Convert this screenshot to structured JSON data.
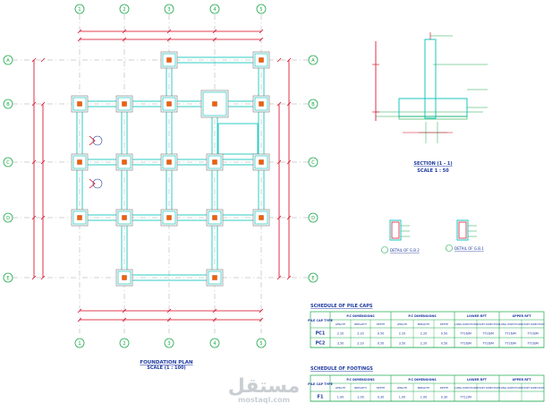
{
  "grid": {
    "columns": [
      "1",
      "2",
      "3",
      "4",
      "5"
    ],
    "rows": [
      "A",
      "B",
      "C",
      "D",
      "E"
    ]
  },
  "plan": {
    "title": "FOUNDATION PLAN",
    "scale": "SCALE (1 : 100)"
  },
  "section": {
    "title": "SECTION (1 - 1)",
    "scale": "SCALE 1 : 50"
  },
  "details": {
    "detail_1": "DETAIL OF G.B.2",
    "detail_2": "DETAIL OF G.B.1"
  },
  "pile_caps": {
    "title": "SCHEDULE OF PILE CAPS",
    "col1": "PILE CAP TYPE",
    "group1": "P.C DIMENSIONS",
    "group2": "P.C DIMENSIONS",
    "group3": "LOWER RFT",
    "group4": "UPPER RFT",
    "sub": [
      "LENGTH",
      "BREADTH",
      "DEPTH",
      "LENGTH",
      "BREADTH",
      "DEPTH",
      "LONG DIRECTION",
      "SHORT DIRECTION",
      "LONG DIRECTION",
      "SHORT DIRECTION"
    ],
    "rows": [
      {
        "type": "PC1",
        "cells": [
          "2.20",
          "2.20",
          "0.50",
          "2.20",
          "2.20",
          "0.50",
          "7T16/M",
          "7T16/M",
          "7T16/M",
          "7T16/M"
        ]
      },
      {
        "type": "PC2",
        "cells": [
          "3.50",
          "2.20",
          "0.50",
          "3.50",
          "2.20",
          "0.50",
          "7T16/M",
          "7T16/M",
          "7T16/M",
          "7T16/M"
        ]
      }
    ]
  },
  "footings": {
    "title": "SCHEDULE OF FOOTINGS",
    "col1": "PILE CAP TYPE",
    "group1": "P.C DIMENSIONS",
    "group2": "P.C DIMENSIONS",
    "group3": "LOWER RFT",
    "group4": "UPPER RFT",
    "sub": [
      "LENGTH",
      "BREADTH",
      "DEPTH",
      "LENGTH",
      "BREADTH",
      "DEPTH",
      "LONG DIRECTION",
      "SHORT DIRECTION",
      "LONG DIRECTION",
      "SHORT DIRECTION"
    ],
    "rows": [
      {
        "type": "F1",
        "cells": [
          "1.00",
          "1.00",
          "0.30",
          "1.00",
          "1.00",
          "0.30",
          "7T12/M",
          "",
          "",
          ""
        ]
      }
    ]
  },
  "watermark": {
    "arabic": "مستقل",
    "latin": "mostaql.com"
  },
  "colors": {
    "grid_bubble": "#1aa84a",
    "dimension": "#d6001c",
    "beam": "#19c7c0",
    "column": "#f0600a",
    "text": "#1e3aa0"
  }
}
